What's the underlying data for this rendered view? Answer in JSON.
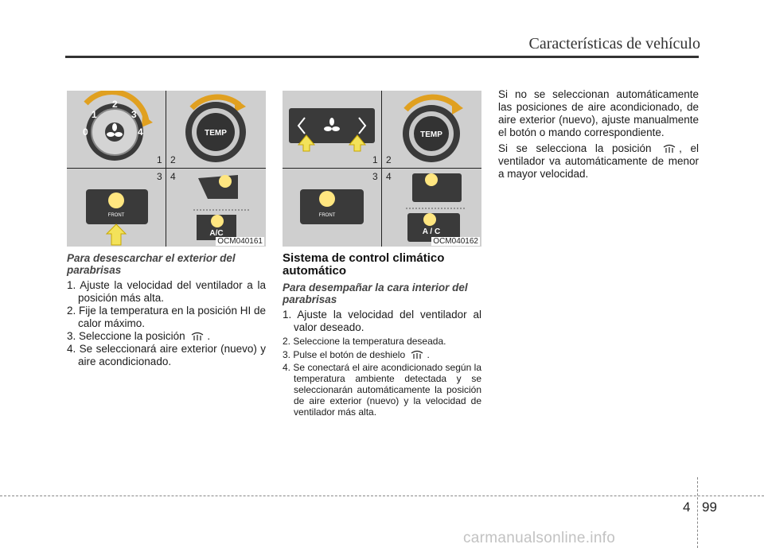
{
  "header": {
    "title": "Características de vehículo"
  },
  "figure_left": {
    "numbers": [
      "1",
      "2",
      "3",
      "4"
    ],
    "fan_levels": [
      "0",
      "1",
      "2",
      "3",
      "4"
    ],
    "temp_label": "TEMP",
    "front_label": "FRONT",
    "ac_label": "A/C",
    "code": "OCM040161"
  },
  "figure_right": {
    "numbers": [
      "1",
      "2",
      "3",
      "4"
    ],
    "temp_label": "TEMP",
    "front_label": "FRONT",
    "ac_label": "A / C",
    "code": "OCM040162"
  },
  "left_column": {
    "subtitle": "Para desescarchar el exterior del parabrisas",
    "steps": [
      "1. Ajuste la velocidad del ventilador a la posición más alta.",
      "2. Fije la temperatura en la posición HI de calor máximo.",
      "3. Seleccione la posición",
      "4. Se seleccionará aire exterior (nuevo) y aire acondicionado."
    ]
  },
  "middle_column": {
    "section_title": "Sistema de control climático automático",
    "subtitle": "Para desempañar la cara interior del parabrisas",
    "step1": "1. Ajuste la velocidad del ventilador al valor deseado.",
    "step2": "2. Seleccione la temperatura deseada.",
    "step3": "3. Pulse el botón de deshielo",
    "step4": "4. Se conectará el aire acondicionado según la temperatura ambiente detectada y se seleccionarán automáticamente la posición de aire exterior (nuevo) y la velocidad de ventilador más alta."
  },
  "right_column": {
    "para1": "Si no se seleccionan automáticamente las posiciones de aire acondicionado, de aire exterior (nuevo), ajuste manualmente el botón o mando correspondiente.",
    "para2_a": "Si se selecciona la posición",
    "para2_b": ", el ventilador va automáticamente de menor a mayor velocidad."
  },
  "footer": {
    "section": "4",
    "page": "99"
  },
  "watermark": "carmanualsonline.info"
}
